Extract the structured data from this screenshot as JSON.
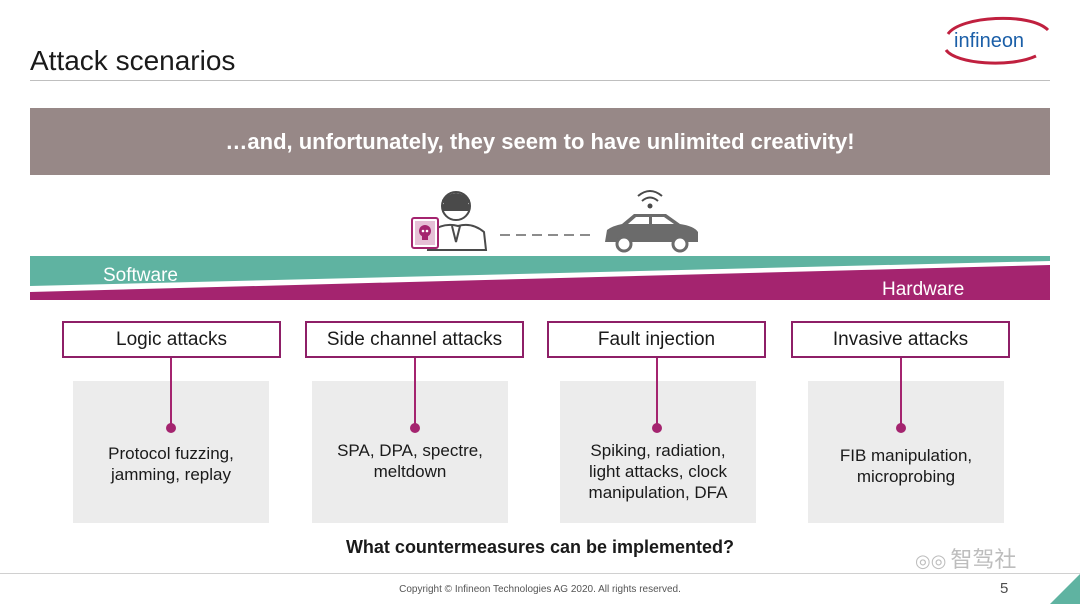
{
  "slide": {
    "title": "Attack scenarios",
    "banner": "…and, unfortunately, they seem to have unlimited creativity!",
    "logo_text": "infineon",
    "spectrum": {
      "left_label": "Software",
      "right_label": "Hardware"
    },
    "categories": [
      {
        "title": "Logic attacks",
        "detail": [
          "Protocol fuzzing,",
          "jamming, replay"
        ]
      },
      {
        "title": "Side channel attacks",
        "detail": [
          "SPA, DPA, spectre,",
          "meltdown"
        ]
      },
      {
        "title": "Fault injection",
        "detail": [
          "Spiking, radiation,",
          "light attacks, clock",
          "manipulation, DFA"
        ]
      },
      {
        "title": "Invasive attacks",
        "detail": [
          "FIB manipulation,",
          "microprobing"
        ]
      }
    ],
    "question": "What countermeasures can be implemented?",
    "copyright": "Copyright © Infineon Technologies AG 2020. All rights reserved.",
    "page_number": "5",
    "watermark": "智驾社"
  },
  "colors": {
    "banner": "#978887",
    "teal": "#5fb3a1",
    "magenta": "#a4246f",
    "box_border": "#8e1f67",
    "detail_bg": "#ececec"
  },
  "icons": [
    "hacker-icon",
    "skull-shield-icon",
    "car-icon",
    "wifi-icon",
    "link-dashes"
  ]
}
